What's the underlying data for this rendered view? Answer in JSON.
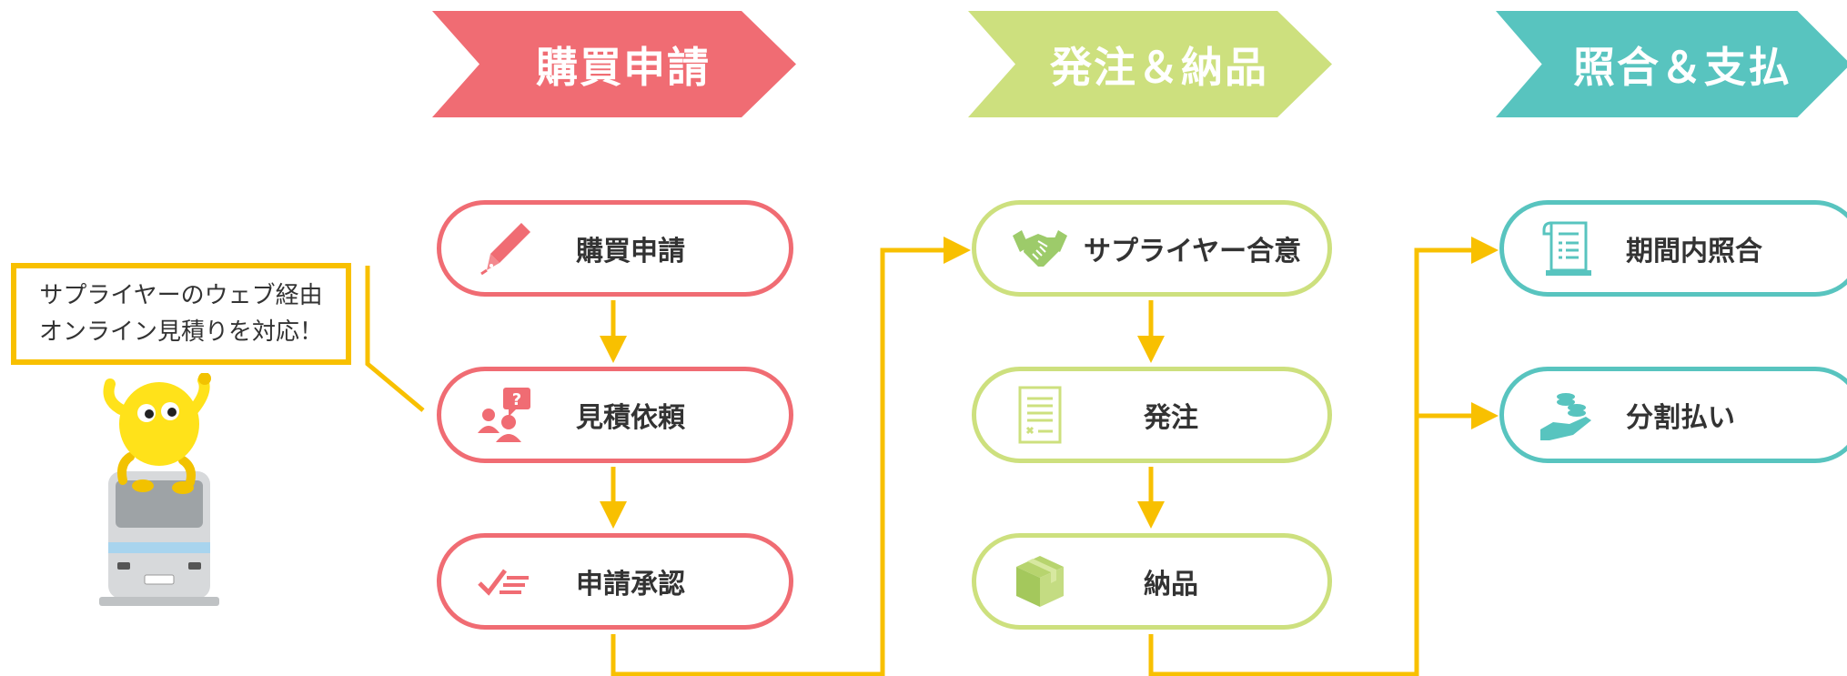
{
  "colors": {
    "stage1": "#F06C73",
    "stage2": "#CDE07E",
    "stage3": "#58C4BF",
    "connector": "#F8C000"
  },
  "stages": [
    {
      "title": "購買申請",
      "steps": [
        {
          "label": "購買申請",
          "icon": "pen-nib-icon"
        },
        {
          "label": "見積依頼",
          "icon": "question-people-icon"
        },
        {
          "label": "申請承認",
          "icon": "check-list-icon"
        }
      ]
    },
    {
      "title": "発注＆納品",
      "steps": [
        {
          "label": "サプライヤー合意",
          "icon": "handshake-icon"
        },
        {
          "label": "発注",
          "icon": "document-icon"
        },
        {
          "label": "納品",
          "icon": "package-box-icon"
        }
      ]
    },
    {
      "title": "照合＆支払",
      "steps": [
        {
          "label": "期間内照合",
          "icon": "receipt-scroll-icon"
        },
        {
          "label": "分割払い",
          "icon": "hand-coins-icon"
        }
      ]
    }
  ],
  "callout": {
    "line1": "サプライヤーのウェブ経由",
    "line2": "オンライン見積りを対応！"
  }
}
